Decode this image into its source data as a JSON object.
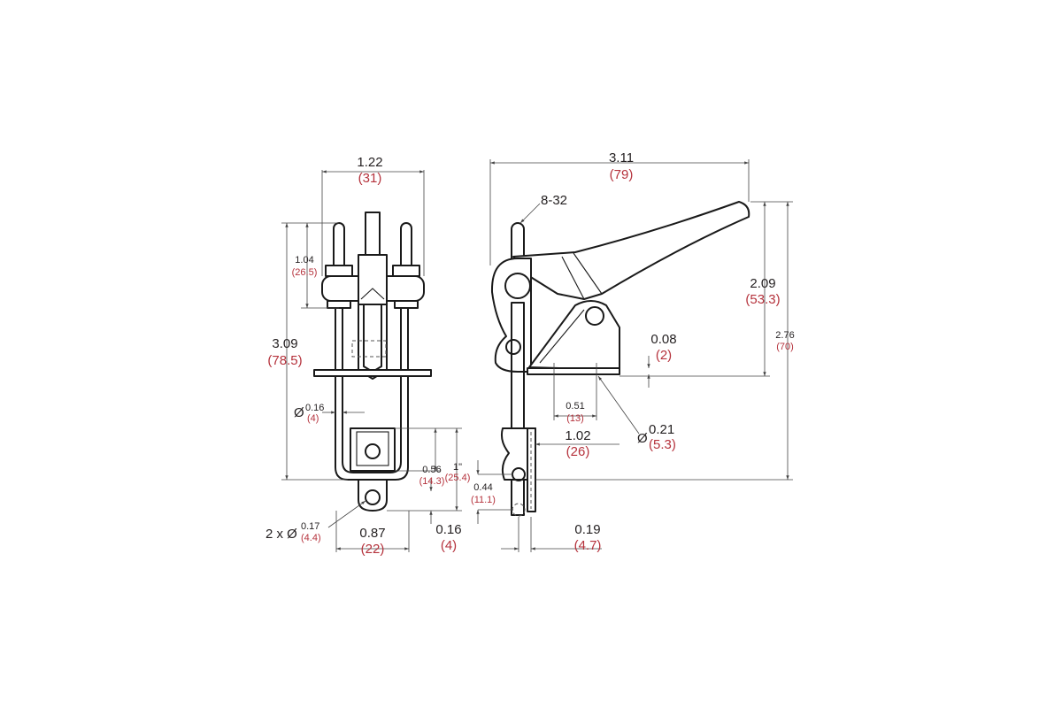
{
  "colors": {
    "inch_text": "#231f20",
    "mm_text": "#b5323c",
    "line": "#1a1a1a"
  },
  "dimensions": {
    "front_width": {
      "inch": "1.22",
      "mm": "(31)"
    },
    "stud_spacing": {
      "inch": "1.04",
      "mm": "(26.5)"
    },
    "overall_height": {
      "inch": "3.09",
      "mm": "(78.5)"
    },
    "rod_diameter": {
      "symbol": "Ø",
      "inch": "0.16",
      "mm": "(4)"
    },
    "slot_height": {
      "inch": "0.56",
      "mm": "(14.3)"
    },
    "stroke": {
      "inch": "1\"",
      "mm": "(25.4)"
    },
    "mount_holes": {
      "prefix": "2 x Ø",
      "inch": "0.17",
      "mm": "(4.4)"
    },
    "hole_spacing": {
      "inch": "0.87",
      "mm": "(22)"
    },
    "tab_thickness": {
      "inch": "0.16",
      "mm": "(4)"
    },
    "overall_length": {
      "inch": "3.11",
      "mm": "(79)"
    },
    "thread": {
      "label": "8-32"
    },
    "handle_height": {
      "inch": "2.09",
      "mm": "(53.3)"
    },
    "total_height": {
      "inch": "2.76",
      "mm": "(70)"
    },
    "base_thickness": {
      "inch": "0.08",
      "mm": "(2)"
    },
    "base_hole_spacing": {
      "inch": "0.51",
      "mm": "(13)"
    },
    "base_hole_diameter": {
      "symbol": "Ø",
      "inch": "0.21",
      "mm": "(5.3)"
    },
    "base_offset": {
      "inch": "1.02",
      "mm": "(26)"
    },
    "lower_offset": {
      "inch": "0.44",
      "mm": "(11.1)"
    },
    "plate_thickness": {
      "inch": "0.19",
      "mm": "(4.7)"
    }
  }
}
